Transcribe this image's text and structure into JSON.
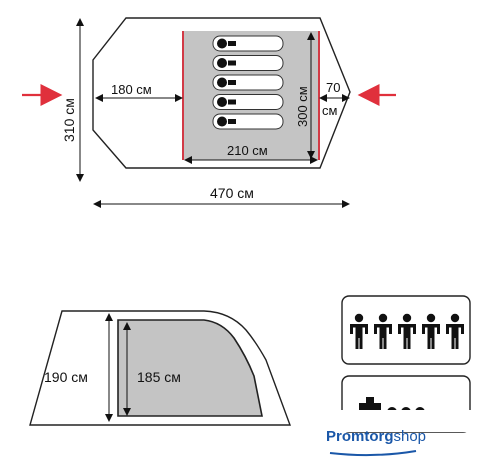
{
  "floor_plan": {
    "width_label": "470 см",
    "depth_label": "310 см",
    "vestibule_label": "180 см",
    "inner_width_label": "210 см",
    "inner_depth_label": "300 см",
    "rear_vestibule_value": "70",
    "rear_vestibule_unit": "см",
    "sleeping_places": 5,
    "entrance_marker_color": "#e0303c"
  },
  "side_view": {
    "outer_height_label": "190 см",
    "inner_height_label": "185 см"
  },
  "icons": {
    "capacity_icon": "five-persons-icon",
    "capacity_count": 5,
    "second_icon": "partial-icon"
  },
  "branding": {
    "logo_main": "Promtorg",
    "logo_suffix": "shop"
  },
  "colors": {
    "inner_tent_fill": "#c4c4c4",
    "inner_tent_border": "#d23a46",
    "outline": "#222222",
    "logo_blue": "#1a57a8"
  }
}
